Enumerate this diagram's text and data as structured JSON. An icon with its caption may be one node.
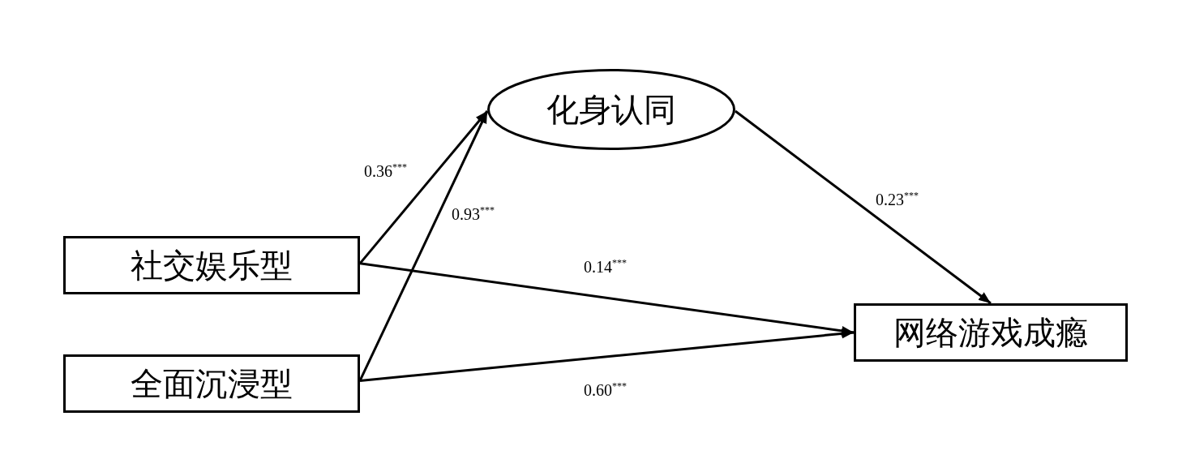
{
  "diagram": {
    "nodes": [
      {
        "text": [
          "化身认同"
        ]
      },
      {
        "text": [
          "社交娱乐型"
        ]
      },
      {
        "text": [
          "全面沉浸型"
        ]
      },
      {
        "text": [
          "网络游戏成瘾"
        ]
      }
    ],
    "edges": [
      {
        "from": 1,
        "to": 0,
        "arrow": "to",
        "label": "0.36$^{***}$"
      },
      {
        "from": 2,
        "to": 0,
        "arrow": "to",
        "label": "0.93$^{***}$"
      },
      {
        "from": 0,
        "to": 3,
        "arrow": "to",
        "label": "0.23$^{***}$"
      },
      {
        "from": 1,
        "to": 3,
        "arrow": "to",
        "label": "0.14$^{***}$"
      },
      {
        "from": 2,
        "to": 3,
        "arrow": "to",
        "label": "0.60$^{***}$"
      }
    ]
  }
}
